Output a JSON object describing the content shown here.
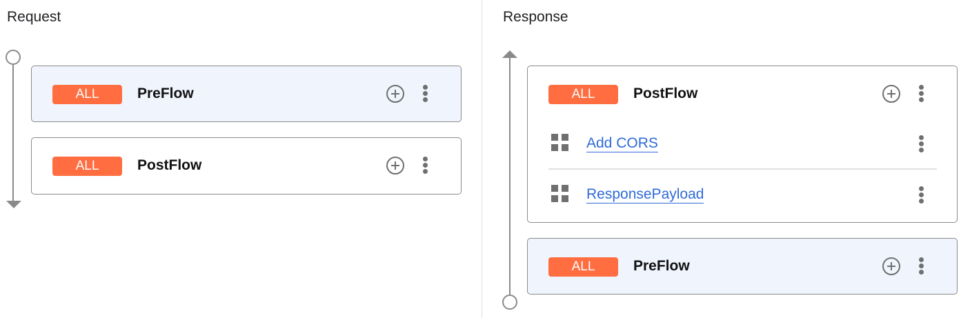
{
  "request": {
    "title": "Request",
    "flows": [
      {
        "badge": "ALL",
        "name": "PreFlow",
        "selected": true
      },
      {
        "badge": "ALL",
        "name": "PostFlow",
        "selected": false
      }
    ]
  },
  "response": {
    "title": "Response",
    "flows": [
      {
        "badge": "ALL",
        "name": "PostFlow",
        "selected": false,
        "steps": [
          {
            "name": "Add CORS"
          },
          {
            "name": "ResponsePayload"
          }
        ]
      },
      {
        "badge": "ALL",
        "name": "PreFlow",
        "selected": true
      }
    ]
  },
  "colors": {
    "badge": "#ff6d40",
    "link": "#2f6bd8",
    "selected_bg": "#eff4fd"
  }
}
